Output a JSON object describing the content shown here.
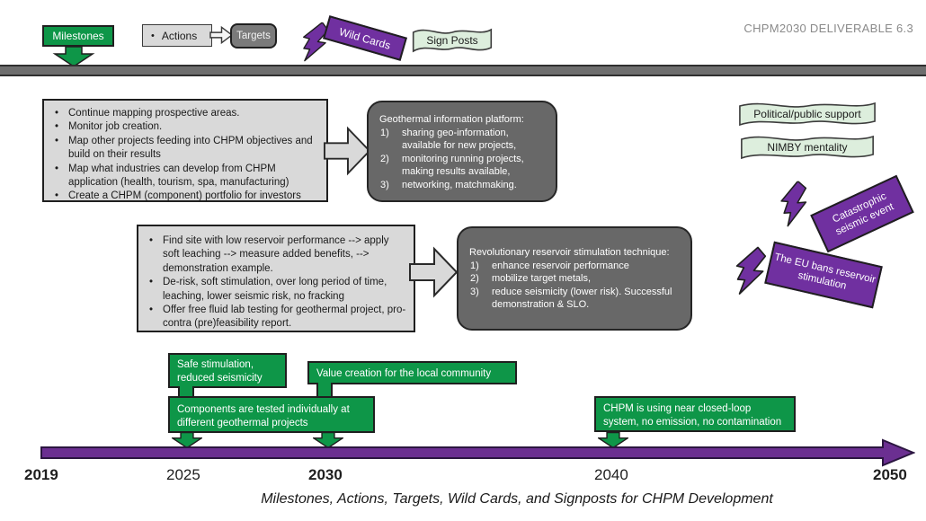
{
  "header": {
    "deliverable": "CHPM2030 DELIVERABLE 6.3"
  },
  "legend": {
    "milestones": "Milestones",
    "actions": "Actions",
    "targets": "Targets",
    "wild_cards": "Wild Cards",
    "sign_posts": "Sign Posts"
  },
  "colors": {
    "milestone_green": "#0e9648",
    "wildcard_purple": "#7030a0",
    "target_gray": "#686868",
    "action_gray": "#d9d9d9",
    "signpost_green": "#ddeedd",
    "timeline_purple": "#6b2f91"
  },
  "action_boxes": [
    {
      "bullets": [
        "Continue mapping prospective areas.",
        "Monitor job creation.",
        "Map other projects feeding into CHPM objectives and build on their results",
        "Map what industries can develop from CHPM application (health, tourism, spa, manufacturing)",
        "Create a CHPM (component) portfolio for investors"
      ]
    },
    {
      "bullets": [
        "Find site with low reservoir performance --> apply soft leaching --> measure added benefits, --> demonstration example.",
        "De-risk, soft stimulation, over long period of time, leaching, lower seismic risk, no fracking",
        "Offer free fluid lab testing for geothermal project, pro-contra (pre)feasibility report."
      ]
    }
  ],
  "target_boxes": [
    {
      "title": "Geothermal information platform:",
      "items": [
        "sharing geo-information, available for new projects,",
        "monitoring running projects, making results available,",
        "networking, matchmaking."
      ]
    },
    {
      "title": "Revolutionary reservoir stimulation technique:",
      "items": [
        "enhance reservoir performance",
        "mobilize target metals,",
        "reduce seismicity (lower risk). Successful demonstration & SLO."
      ]
    }
  ],
  "signposts": [
    {
      "label": "Political/public support"
    },
    {
      "label": "NIMBY mentality"
    }
  ],
  "wild_cards": [
    {
      "label": "Catastrophic seismic event"
    },
    {
      "label": "The EU bans reservoir stimulation"
    }
  ],
  "milestones": [
    {
      "label": "Safe stimulation, reduced seismicity"
    },
    {
      "label": "Value creation for the local community"
    },
    {
      "label": "Components are tested individually at different geothermal projects"
    },
    {
      "label": "CHPM is using near closed-loop system, no emission, no contamination"
    }
  ],
  "timeline": {
    "years": [
      "2019",
      "2025",
      "2030",
      "2040",
      "2050"
    ]
  },
  "caption": "Milestones, Actions, Targets, Wild Cards, and Signposts for CHPM Development"
}
